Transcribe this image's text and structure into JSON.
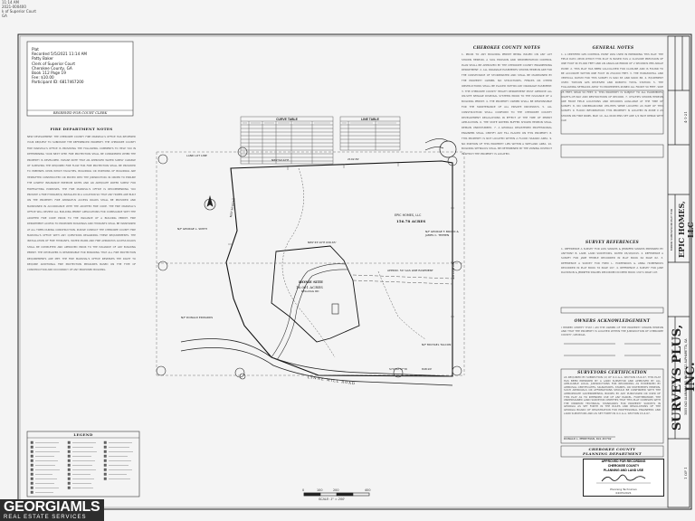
{
  "header_corner": {
    "line1": "11:14 AM",
    "line2": "2021-000400",
    "line3": "k of Superior Court",
    "line4": "GA"
  },
  "recording_stamp": {
    "label": "Plat",
    "recorded": "Recorded 5/5/2021 11:14 AM",
    "name": "Patty Baker",
    "office": "Clerk of Superior Court",
    "county": "Cherokee County, GA",
    "book": "Book 112 Page 19",
    "fee": "Fee: $10.00",
    "participant": "Participant ID: 6817467200"
  },
  "reserved_box_label": "RESERVED FOR COURT CLERK",
  "fire_department_notes": {
    "title": "FIRE DEPARTMENT NOTES",
    "body": "NEW DEVELOPMENT: THE CHEROKEE COUNTY FIRE MARSHAL'S OFFICE HAS REVIEWED YOUR REQUEST TO SUBDIVIDE THE REFERENCED PROPERTY. THE CHEROKEE COUNTY FIRE MARSHAL'S OFFICE IS PROVIDING THE FOLLOWING COMMENTS TO HELP YOU IN DETERMINING YOUR NEXT STEP. FIRE PROTECTION SHALL BE CONSIDERED WHEN THE PROPERTY IS DEVELOPED. PLEASE NOTE THAT AN APPROVED WATER SUPPLY CAPABLE OF SUPPLYING THE REQUIRED FIRE FLOW FOR FIRE PROTECTION SHALL BE PROVIDED TO PREMISES UPON WHICH FACILITIES, BUILDINGS OR PORTIONS OF BUILDINGS ARE HEREAFTER CONSTRUCTED OR MOVED INTO THE JURISDICTION. IN ORDER TO ENSURE THE LOWEST INSURANCE PREMIUM RATES AND AN ADEQUATE WATER SUPPLY FOR FIREFIGHTING PURPOSES, THE FIRE MARSHAL'S OFFICE IS RECOMMENDING YOU PROVIDE A FIRE HYDRANT(S) INSTALLED IN A LOCATION SO THAT ANY HOMES ARE BUILT ON THE PROPERTY. FIRE APPARATUS ACCESS ROADS SHALL BE PROVIDED AND MAINTAINED IN ACCORDANCE WITH THE ADOPTED FIRE CODE. THE FIRE MARSHAL'S OFFICE WILL REVIEW ALL BUILDING PERMIT APPLICATIONS FOR COMPLIANCE WITH THE ADOPTED FIRE CODE PRIOR TO THE ISSUANCE OF A BUILDING PERMIT. FIRE DEPARTMENT ACCESS TO PROPOSED BUILDINGS AND HYDRANTS SHALL BE MAINTAINED AT ALL TIMES DURING CONSTRUCTION. PLEASE CONTACT THE CHEROKEE COUNTY FIRE MARSHAL'S OFFICE WITH ANY QUESTIONS REGARDING THESE REQUIREMENTS. THE INSTALLATION OF FIRE HYDRANTS, WATER MAINS AND FIRE APPARATUS ACCESS ROADS SHALL BE COMPLETED AND APPROVED PRIOR TO THE ISSUANCE OF ANY BUILDING PERMIT. THE DEVELOPER IS RESPONSIBLE FOR ENSURING THAT ALL FIRE PROTECTION REQUIREMENTS ARE MET. THE FIRE MARSHAL'S OFFICE RESERVES THE RIGHT TO REQUIRE ADDITIONAL FIRE PROTECTION MEASURES BASED ON THE TYPE OF CONSTRUCTION AND OCCUPANCY OF ANY PROPOSED BUILDING."
  },
  "legend": {
    "title": "LEGEND"
  },
  "line_table": {
    "title": "LINE TABLE"
  },
  "curve_table": {
    "title": "CURVE TABLE"
  },
  "cherokee_notes": {
    "title": "CHEROKEE COUNTY NOTES",
    "body": "1. PRIOR TO ANY BUILDING PERMIT BEING ISSUED ON ANY LOT SHOWN HEREON, A SOIL EROSION AND SEDIMENTATION CONTROL PLAN SHALL BE APPROVED BY THE CHEROKEE COUNTY ENGINEERING DEPARTMENT. 2. ALL DRAINAGE EASEMENTS SHOWN HEREON ARE FOR THE CONVEYANCE OF STORMWATER AND SHALL BE MAINTAINED BY THE PROPERTY OWNER. NO STRUCTURES, FENCES OR OTHER OBSTRUCTIONS SHALL BE PLACED WITHIN ANY DRAINAGE EASEMENT. 3. THE CHEROKEE COUNTY HEALTH DEPARTMENT MUST APPROVE ALL ON-SITE SEWAGE DISPOSAL SYSTEMS PRIOR TO THE ISSUANCE OF A BUILDING PERMIT. 4. THE PROPERTY OWNER SHALL BE RESPONSIBLE FOR THE MAINTENANCE OF ALL PRIVATE DRIVEWAYS. 5. ALL CONSTRUCTION SHALL CONFORM TO THE CHEROKEE COUNTY DEVELOPMENT REGULATIONS IN EFFECT AT THE TIME OF PERMIT APPLICATION. 6. THE STATE WATERS BUFFER SHOWN HEREON SHALL REMAIN UNDISTURBED. 7. A GEORGIA REGISTERED PROFESSIONAL ENGINEER SHALL CERTIFY ANY FILL PLACED ON THIS PROPERTY. 8. THIS PROPERTY IS NOT LOCATED WITHIN A FLOOD HAZARD AREA. 9. NO PORTION OF THIS PROPERTY LIES WITHIN A WETLAND AREA. 10. BUILDING SETBACKS SHALL BE DETERMINED BY THE ZONING DISTRICT IN WHICH THE PROPERTY IS LOCATED."
  },
  "general_notes": {
    "title": "GENERAL NOTES",
    "body": "1. A CERTIFIED GPS CONTROL POINT WAS USED IN PREPARING THIS PLAT. THE FIELD DATA UPON WHICH THIS PLAT IS BASED HAS A CLOSURE PRECISION OF ONE FOOT IN 35,000 FEET AND AN ANGULAR ERROR OF 2 SECONDS PER ANGLE POINT. 2. THIS PLAT HAS BEEN CALCULATED FOR CLOSURE AND IS FOUND TO BE ACCURATE WITHIN ONE FOOT IN 250,000 FEET. 3. THE HORIZONTAL AND VERTICAL DATUM FOR THIS SURVEY IS NAD 83 AND NAVD 88. 4. EQUIPMENT USED: TOPCON GPS RECEIVER AND ROBOTIC TOTAL STATION. 5. THE FOLLOWING SETBACKS APPLY TO PROPERTIES ZONED AG: FRONT 50 FEET, SIDE 25 FEET, REAR 50 FEET. 6. THIS PROPERTY IS SUBJECT TO ALL EASEMENTS, RIGHTS-OF-WAY AND RESTRICTIONS OF RECORD. 7. UTILITIES SHOWN HEREON ARE FROM FIELD LOCATIONS AND RECORDS AVAILABLE AT THE TIME OF SURVEY. 8. NO UNDERGROUND UTILITIES WERE LOCATED AS PART OF THIS SURVEY. 9. FLOOD INFORMATION: THIS PROPERTY IS LOCATED IN ZONE X AS SHOWN ON FIRM PANEL MAP. 10. ALL IRON PINS SET ARE 1/2 INCH REBAR WITH CAP."
  },
  "survey_references": {
    "title": "SURVEY REFERENCES",
    "body": "1. REFERENCE A SURVEY FOR LOIS SWAIMS & JENNIFER SWAIMS PREPARED BY ANTHONY B. LANE, LAND SURVEYORS, DATED 05/18/2015. 2. REFERENCE A SURVEY FOR JANE TEMPLE RECORDED IN PLAT BOOK 64 PAGE 62. 3. REFERENCE A SURVEY FOR FRED L. HOMENDOIS & ANNA HOMENDOIS RECORDED IN PLAT BOOK 76 PAGE 107. 4. REFERENCE A SURVEY FOR JANE DAVIDSON & JENNIFER SWAIMS RECORDED IN DEED BOOK 13271 PAGE 197."
  },
  "owners_acknowledgement": {
    "title": "OWNERS ACKNOWLEDGEMENT",
    "body": "I HEREBY CERTIFY THAT I AM THE OWNER OF THE PROPERTY SHOWN HEREON AND THAT THE PROPERTY IS LOCATED WITHIN THE JURISDICTION OF CHEROKEE COUNTY, GEORGIA."
  },
  "surveyors_certification": {
    "title": "SURVEYORS CERTIFICATION",
    "body": "AS REQUIRED BY SUBSECTION (d) OF O.C.G.A. SECTION 15-6-67, THIS PLAT HAS BEEN PREPARED BY A LAND SURVEYOR AND APPROVED BY ALL APPLICABLE LOCAL JURISDICTIONS FOR RECORDING AS EVIDENCED BY APPROVAL CERTIFICATES, SIGNATURES, STAMPS, OR STATEMENTS HEREON. SUCH APPROVALS OR AFFIRMATIONS SHOULD BE CONFIRMED WITH THE APPROPRIATE GOVERNMENTAL BODIES BY ANY PURCHASER OR USER OF THIS PLAT AS TO INTENDED USE OF ANY PARCEL. FURTHERMORE, THE UNDERSIGNED LAND SURVEYOR CERTIFIES THAT THIS PLAT COMPLIES WITH THE MINIMUM TECHNICAL STANDARDS FOR PROPERTY SURVEYS IN GEORGIA AS SET FORTH IN THE RULES AND REGULATIONS OF THE GEORGIA BOARD OF REGISTRATION FOR PROFESSIONAL ENGINEERS AND LAND SURVEYORS AND AS SET FORTH IN O.C.G.A. SECTION 15-6-67.",
    "signer": "DONALD L. PERRYMAN, RLS #2702"
  },
  "planning_department": {
    "title": "CHEROKEE COUNTY",
    "subtitle": "PLANNING DEPARTMENT",
    "stamp_line1": "APPROVED FOR RECORDING",
    "stamp_line2": "CHEROKEE COUNTY",
    "stamp_line3": "PLANNING AND LAND USE",
    "stamp_role": "Planning Technician",
    "stamp_date": "04/05/2021"
  },
  "plat_labels": {
    "home_site_title": "HOME SITE",
    "home_site_area": "16.001 ACRES",
    "home_site_address": "KELLOGG RD",
    "epic_homes_label": "EPIC HOMES, LLC",
    "acres_label": "156.78 ACRES",
    "road_label": "LYNNE MILL ROAD",
    "bearing_top": "N89°54'22\"E",
    "bearing_top2": "2102.81'",
    "bearing_mid": "N89°45'10\"E 636.65'",
    "bearing_bottom": "S70°52'37\"W",
    "bearing_bottom2": "848.90'",
    "bearing_right": "S01°02'19\"E",
    "bearing_left": "N00°30'00\"E",
    "easement_label": "APPROX. 50' GAS LINE EASEMENT",
    "land_lot_line": "LAND LOT LINE",
    "owner_ne": "N/F GEORGE F. BROCK & JAMES C. TEPHEN",
    "owner_nw": "N/F GEORGE L. SMITH",
    "owner_sw": "N/F DONALD EDWARDS",
    "owner_se": "N/F MICHAEL TALCON"
  },
  "title_block": {
    "company": "SURVEYS PLUS, INC.",
    "address": "3005 OLD ALABAMA RD, SUITE 112 ALPHARETTA, GA",
    "client": "EPIC HOMES, LLC",
    "subtitle": "MINOR SUBDIVISION PLAT FOR",
    "date": "4-1-21",
    "sheet": "1 OF 1"
  },
  "scale_bar": {
    "label": "SCALE: 1\" = 200'",
    "tick0": "0",
    "tick1": "100",
    "tick2": "200",
    "tick3": "400"
  },
  "watermark": {
    "brand": "GEORGIAMLS",
    "sub": "REAL ESTATE SERVICES"
  },
  "colors": {
    "paper": "#f4f4f4",
    "ink": "#222222",
    "watermark_bg": "#2d2d2d"
  }
}
